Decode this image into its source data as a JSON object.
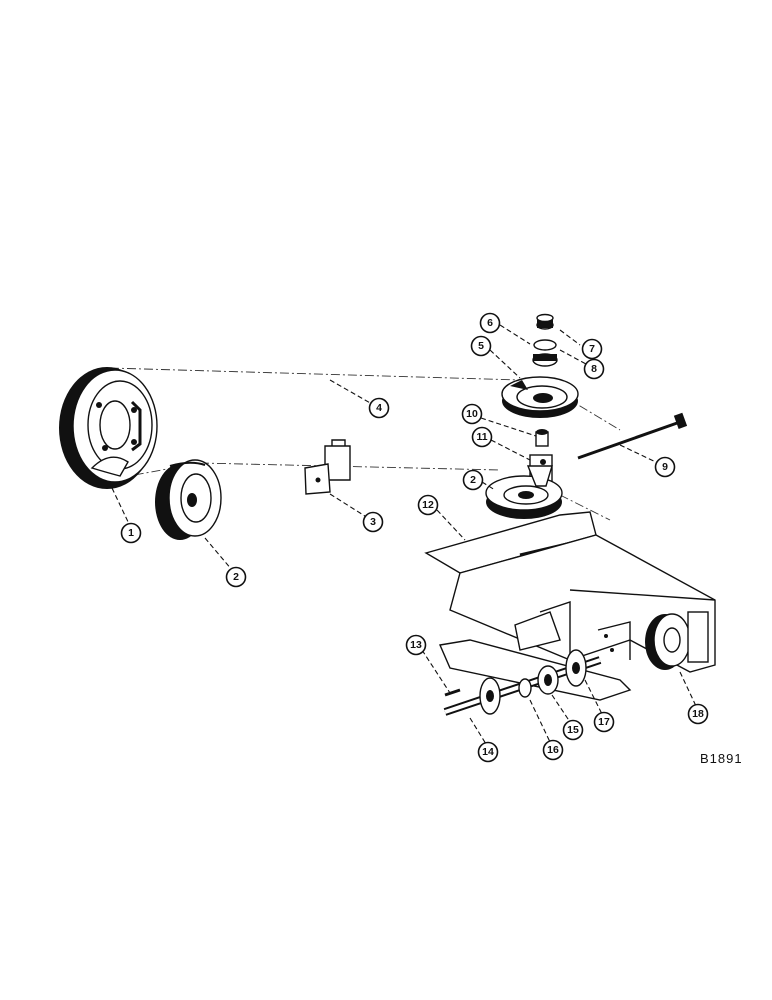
{
  "figure_code": "B1891",
  "callouts": [
    "1",
    "2",
    "3",
    "4",
    "5",
    "6",
    "7",
    "8",
    "9",
    "10",
    "11",
    "2",
    "12",
    "13",
    "14",
    "15",
    "16",
    "17",
    "18"
  ]
}
